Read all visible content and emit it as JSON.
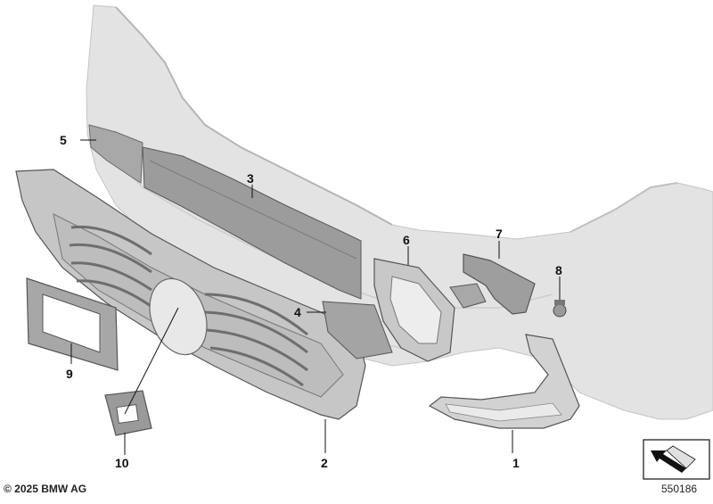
{
  "callouts": [
    {
      "id": "1",
      "label": "1"
    },
    {
      "id": "2",
      "label": "2"
    },
    {
      "id": "3",
      "label": "3"
    },
    {
      "id": "4",
      "label": "4"
    },
    {
      "id": "5",
      "label": "5"
    },
    {
      "id": "6",
      "label": "6"
    },
    {
      "id": "7",
      "label": "7"
    },
    {
      "id": "8",
      "label": "8"
    },
    {
      "id": "9",
      "label": "9"
    },
    {
      "id": "10",
      "label": "10"
    }
  ],
  "footer": {
    "copyright": "© 2025 BMW AG",
    "diagram_number": "550186"
  },
  "icons": {
    "view_direction": "view-direction-arrow-icon"
  },
  "colors": {
    "bumper": "#e4e4e4",
    "part_dark": "#9a9a9a",
    "part_mid": "#b8b8b8",
    "part_light": "#d6d6d6",
    "line": "#111111"
  }
}
